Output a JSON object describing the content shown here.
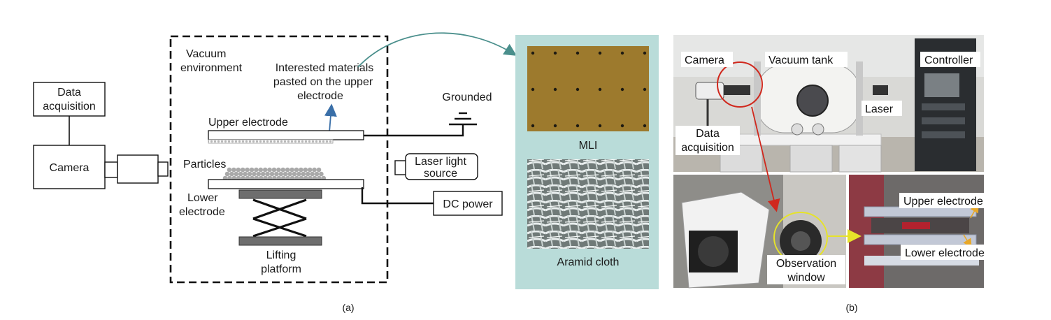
{
  "panel_a": {
    "caption": "(a)",
    "vacuum_label": [
      "Vacuum",
      "environment"
    ],
    "interested_label": [
      "Interested materials",
      "pasted on the upper",
      "electrode"
    ],
    "data_acq": [
      "Data",
      "acquisition"
    ],
    "camera": "Camera",
    "upper_electrode": "Upper electrode",
    "particles": "Particles",
    "lower_electrode": [
      "Lower",
      "electrode"
    ],
    "lifting": [
      "Lifting",
      "platform"
    ],
    "grounded": "Grounded",
    "laser_source": [
      "Laser light",
      "source"
    ],
    "dc_power": "DC power",
    "mli": "MLI",
    "aramid": "Aramid cloth"
  },
  "panel_b": {
    "caption": "(b)",
    "camera": "Camera",
    "vacuum_tank": "Vacuum tank",
    "controller": "Controller",
    "laser": "Laser",
    "data_acq": [
      "Data",
      "acquisition"
    ],
    "obs_window": [
      "Observation",
      "window"
    ],
    "upper_electrode": "Upper electrode",
    "lower_electrode": "Lower electrode"
  },
  "colors": {
    "inset_bg": "#b9dcd9",
    "mli": "#9d7a2d",
    "arrow_teal": "#4a8f8c",
    "arrow_blue": "#3a6fa8",
    "red": "#d0281d",
    "yellow": "#e6e32a"
  }
}
